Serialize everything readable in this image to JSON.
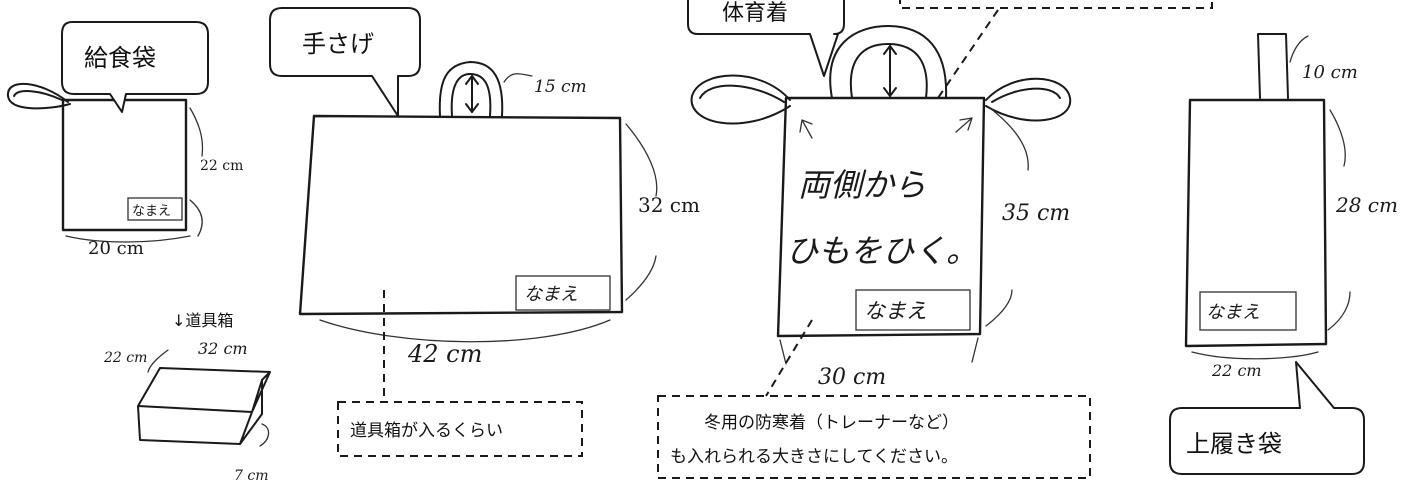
{
  "labels": {
    "lunch_bag": "給食袋",
    "tote_bag": "手さげ",
    "gym_bag": "体育着",
    "shoe_bag": "上履き袋",
    "tool_box_arrow": "↓道具箱",
    "fits_tool_box": "道具箱が入るくらい",
    "winter_note_line1": "冬用の防寒着（トレーナーなど）",
    "winter_note_line2": "も入れられる大きさにしてください。",
    "pull_strings_line1": "両側から",
    "pull_strings_line2": "ひもをひく。",
    "name_tag": "なまえ"
  },
  "dimensions": {
    "lunch_bag_height": "22 cm",
    "lunch_bag_width": "20 cm",
    "tote_handle": "15 cm",
    "tote_height": "32 cm",
    "tote_width": "42 cm",
    "gym_height": "35 cm",
    "gym_width": "30 cm",
    "shoe_handle": "10 cm",
    "shoe_height": "28 cm",
    "shoe_width": "22 cm",
    "box_depth": "22 cm",
    "box_width": "32 cm",
    "box_height": "7 cm"
  }
}
